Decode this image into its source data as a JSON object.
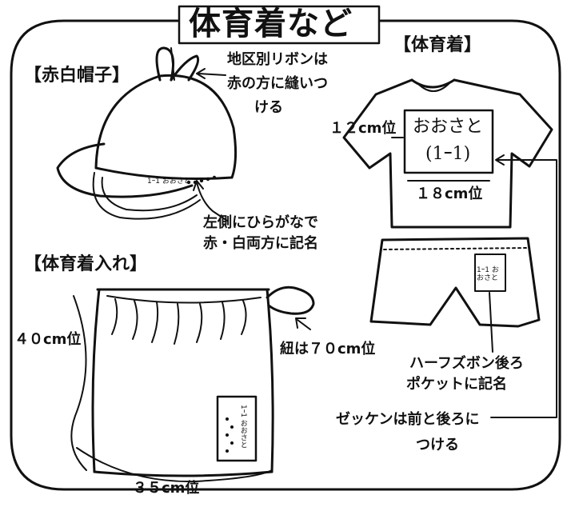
{
  "title": "体育着など",
  "cap": {
    "heading": "【赤白帽子】",
    "note_ribbon": [
      "地区別リボンは",
      "赤の方に縫いつ",
      "ける"
    ],
    "note_name": [
      "左側にひらがなで",
      "赤・白両方に記名"
    ],
    "cap_tag": "1ｰ1 おおさと"
  },
  "shirt": {
    "heading": "【体育着】",
    "width_label": "１２cm位",
    "height_label": "１８cm位",
    "zekken_name": "おおさと",
    "zekken_class": "(1ｰ1)"
  },
  "shorts": {
    "note": [
      "ハーフズボン後ろ",
      "ポケットに記名"
    ],
    "pocket_text": "1ｰ1 おおさと"
  },
  "zekken_note": [
    "ゼッケンは前と後ろに",
    "つける"
  ],
  "bag": {
    "heading": "【体育着入れ】",
    "height_label": "４０cm位",
    "width_label": "３５cm位",
    "string_label": "紐は７０cm位",
    "tag_text": "1ｰ1 おおさと"
  }
}
